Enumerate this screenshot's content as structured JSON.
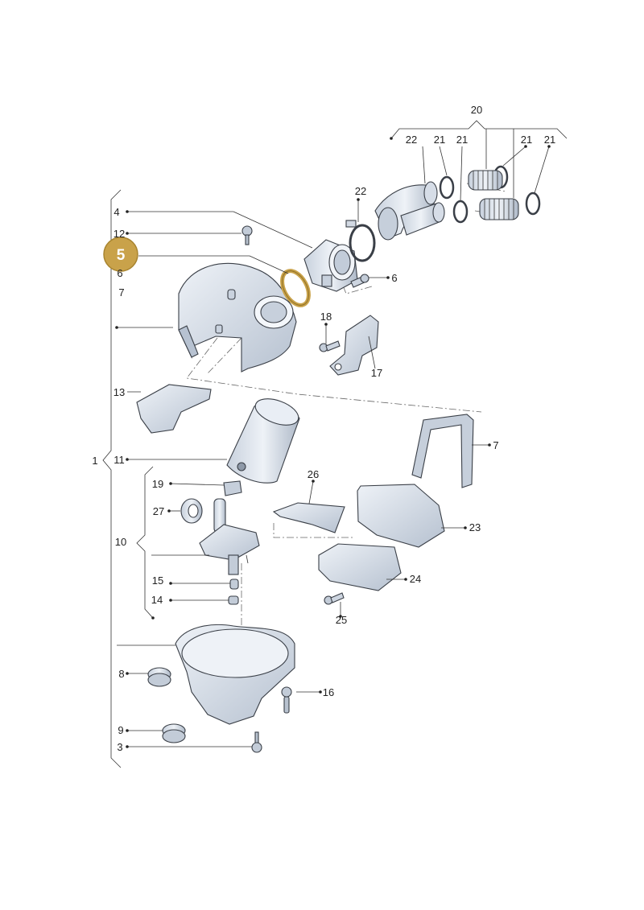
{
  "labels": {
    "p1": "1",
    "p3": "3",
    "p4": "4",
    "p5": "5",
    "p6a": "6",
    "p6b": "6",
    "p7a": "7",
    "p7b": "7",
    "p8": "8",
    "p9": "9",
    "p10": "10",
    "p11": "11",
    "p12": "12",
    "p13": "13",
    "p14": "14",
    "p15": "15",
    "p16": "16",
    "p17": "17",
    "p18": "18",
    "p19": "19",
    "p20": "20",
    "p21a": "21",
    "p21b": "21",
    "p21c": "21",
    "p21d": "21",
    "p22a": "22",
    "p22b": "22",
    "p23": "23",
    "p24": "24",
    "p25": "25",
    "p26": "26",
    "p27": "27"
  },
  "highlight": {
    "part": "5",
    "color": "#c9a24a"
  },
  "colors": {
    "part_fill": "#dfe6f0",
    "part_shade": "#b9c4d3",
    "line": "#333333"
  }
}
